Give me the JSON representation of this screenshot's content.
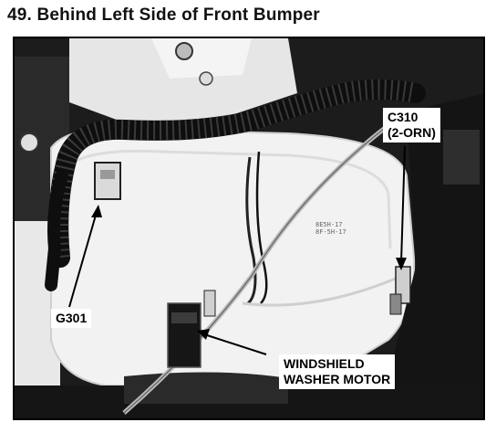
{
  "header": {
    "title": "49. Behind Left Side of Front Bumper"
  },
  "photo": {
    "callouts": {
      "g301": {
        "label": "G301"
      },
      "c310": {
        "line1": "C310",
        "line2": "(2-ORN)"
      },
      "washer_motor": {
        "line1": "WINDSHIELD",
        "line2": "WASHER MOTOR"
      }
    },
    "reservoir_markings": {
      "line1": "8E5H-17",
      "line2": "8F-5H-17"
    }
  },
  "colors": {
    "background": "#ffffff",
    "text": "#111111",
    "photo_dark": "#1a1a1a",
    "reservoir": "#f2f2f2"
  }
}
